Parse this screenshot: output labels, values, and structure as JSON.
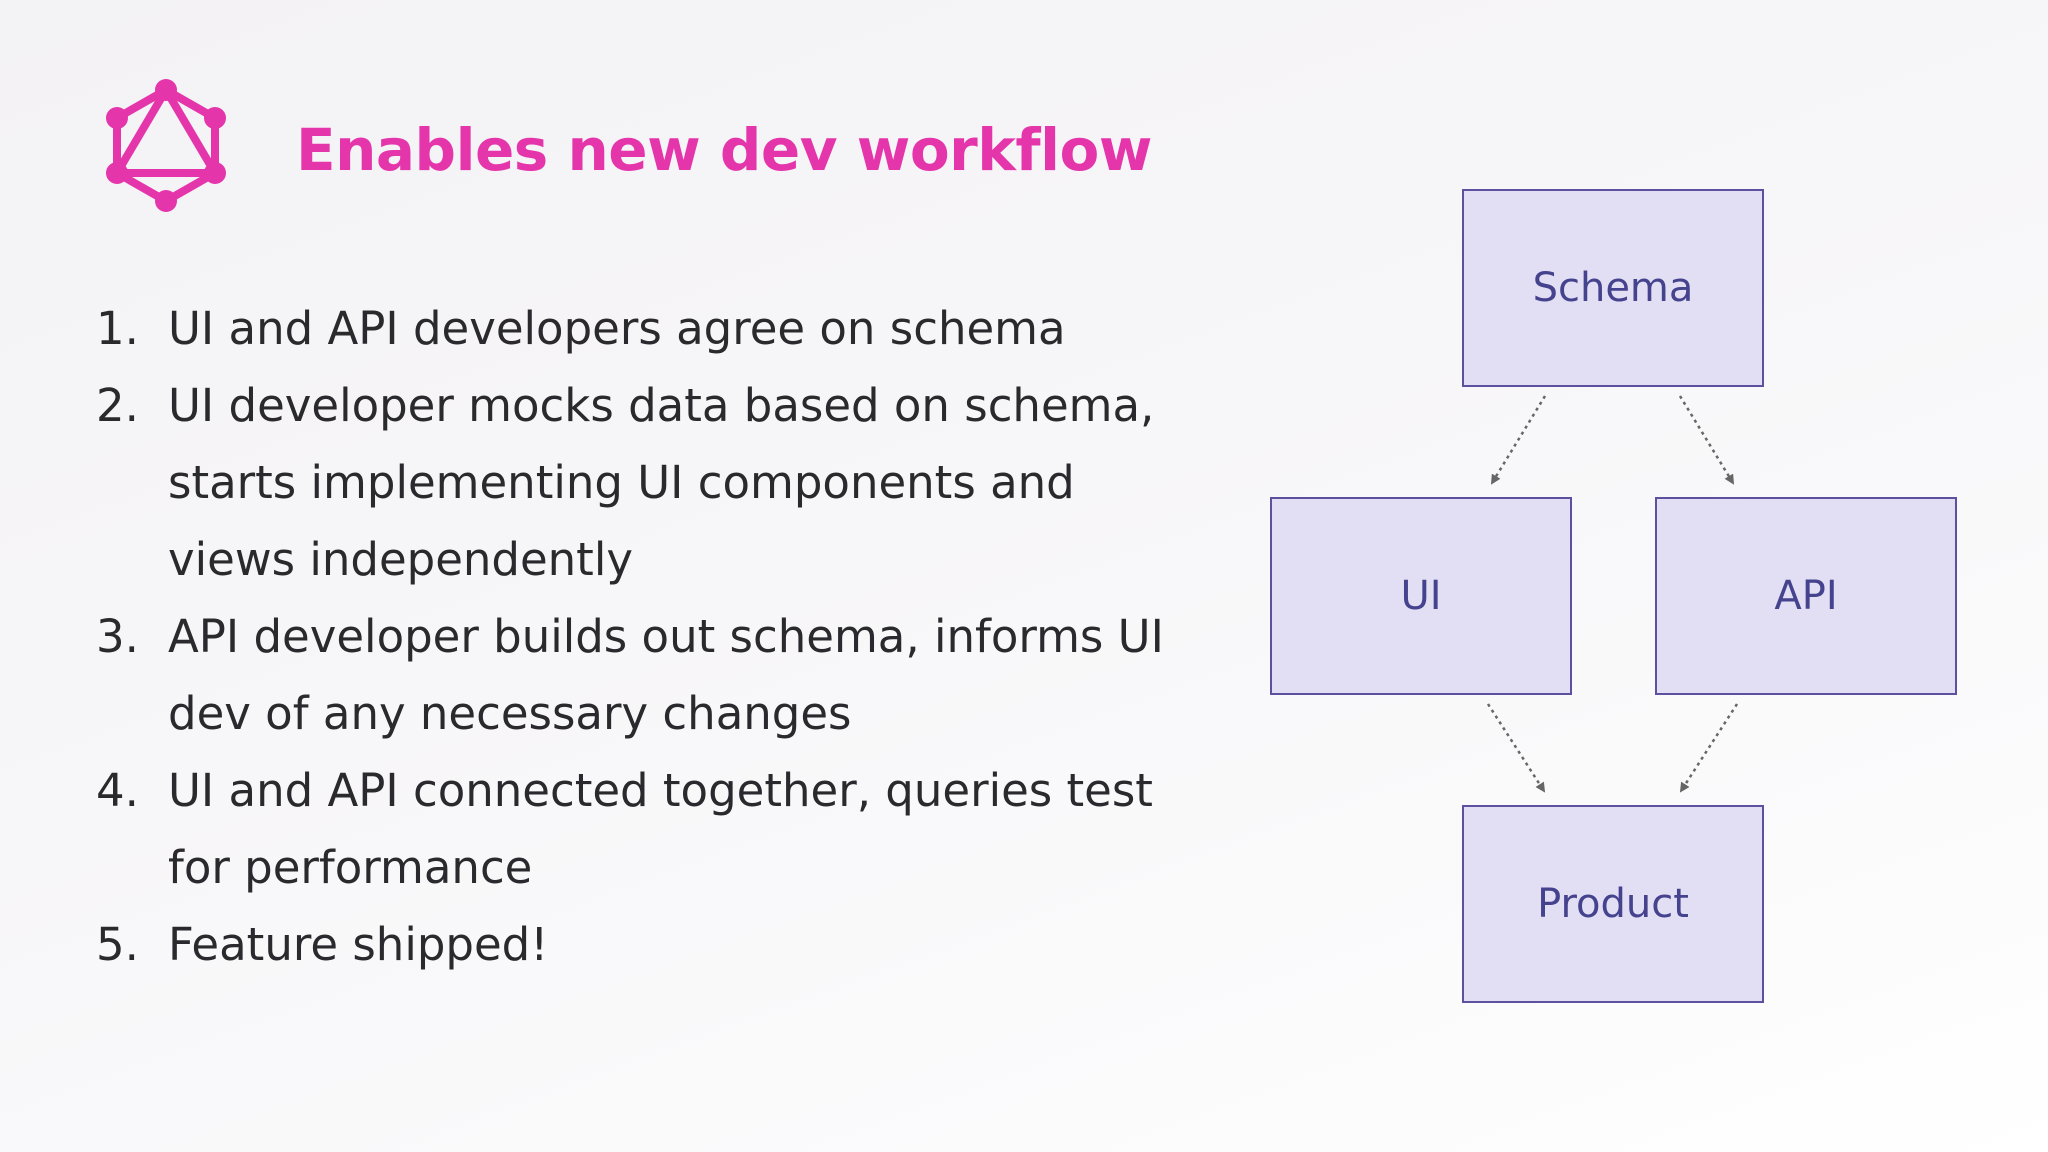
{
  "slide": {
    "title": "Enables new dev workflow",
    "logo_icon": "graphql-logo-icon",
    "accent_color": "#e535ab"
  },
  "steps": [
    {
      "number": "1.",
      "text": "UI and API developers agree on schema"
    },
    {
      "number": "2.",
      "text": "UI developer mocks data based on schema, starts implementing UI components and views independently"
    },
    {
      "number": "3.",
      "text": "API developer builds out schema, informs UI dev of any necessary changes"
    },
    {
      "number": "4.",
      "text": "UI and API connected together, queries test for performance"
    },
    {
      "number": "5.",
      "text": "Feature shipped!"
    }
  ],
  "diagram": {
    "nodes": {
      "schema": "Schema",
      "ui": "UI",
      "api": "API",
      "product": "Product"
    },
    "edges": [
      {
        "from": "schema",
        "to": "ui"
      },
      {
        "from": "schema",
        "to": "api"
      },
      {
        "from": "ui",
        "to": "product"
      },
      {
        "from": "api",
        "to": "product"
      }
    ],
    "box_fill": "#e2def4",
    "box_border": "#5c519e",
    "label_color": "#45428e",
    "arrow_color": "#666666"
  }
}
